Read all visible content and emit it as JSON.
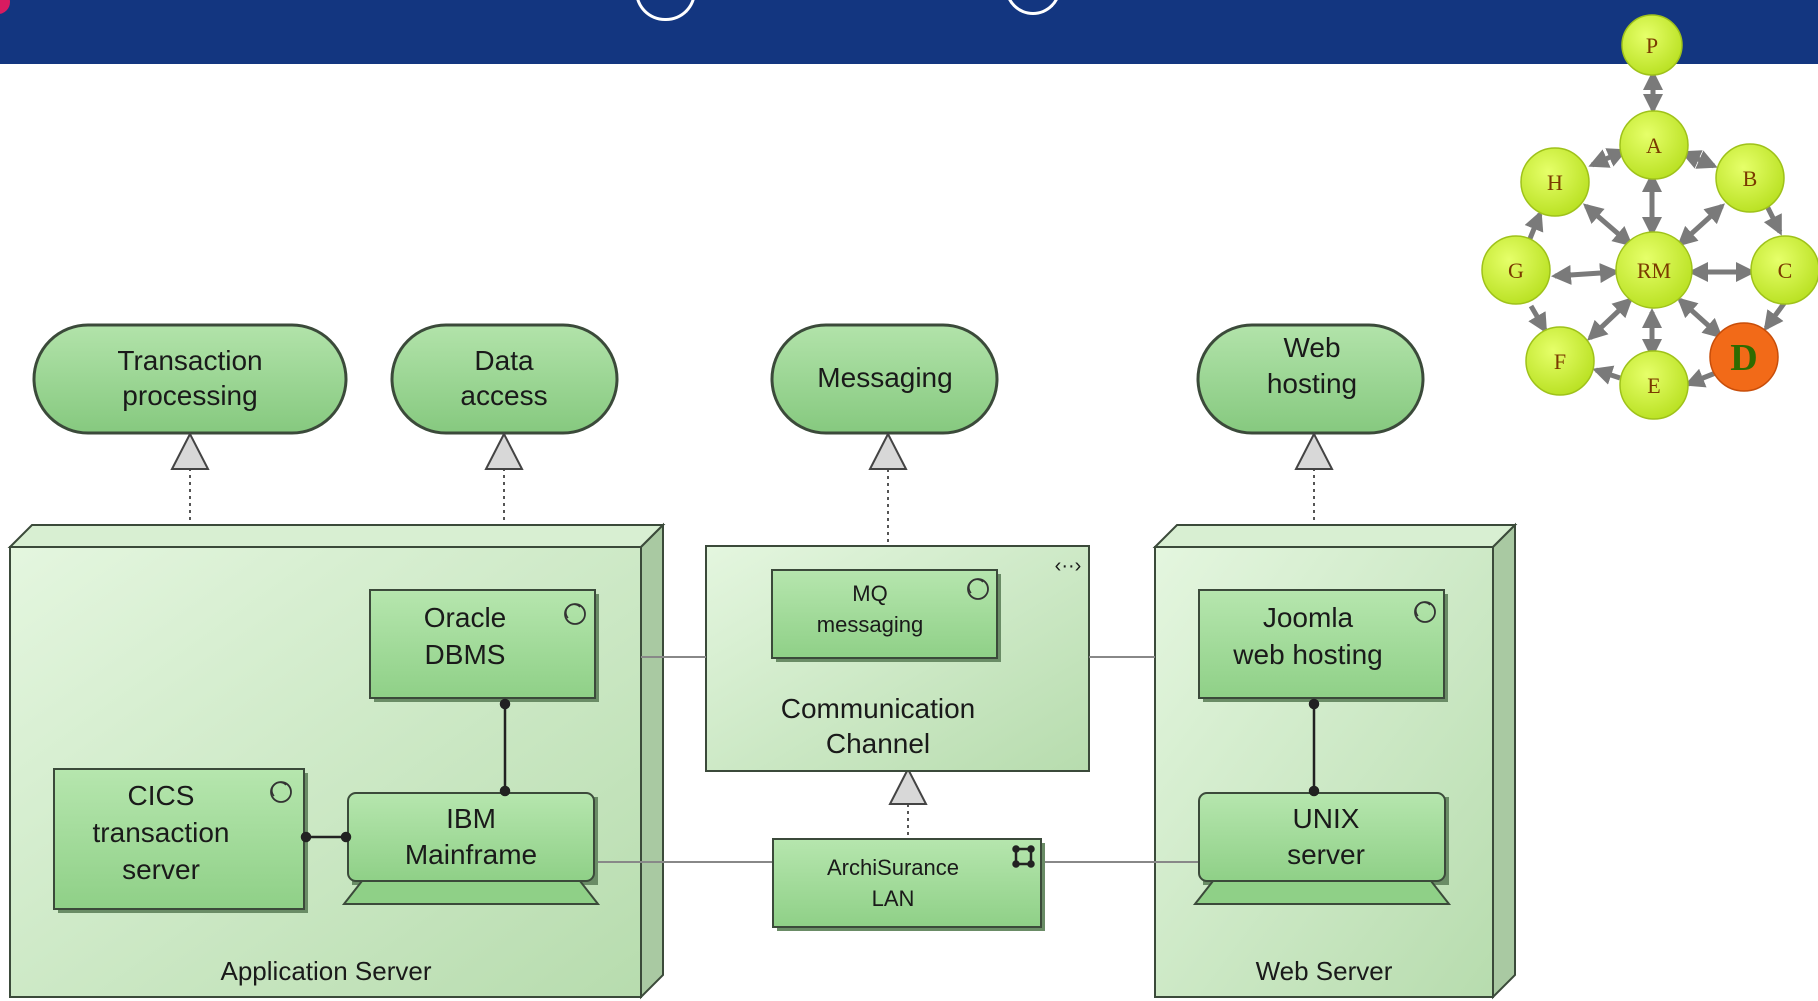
{
  "header": {
    "bar_color": "#133680"
  },
  "colors": {
    "node_fill": "#cfeac6",
    "component_fill": "#a6dca0",
    "service_fill": "#9ed998",
    "graph_node": "#ccf23a",
    "graph_active": "#f26a18",
    "graph_edge": "#7a7a7a"
  },
  "services": {
    "transaction": [
      "Transaction",
      "processing"
    ],
    "data_access": [
      "Data",
      "access"
    ],
    "messaging": [
      "Messaging"
    ],
    "web_hosting": [
      "Web",
      "hosting"
    ]
  },
  "nodes": {
    "app_server": "Application Server",
    "comm_channel": [
      "Communication",
      "Channel"
    ],
    "web_server": "Web Server"
  },
  "components": {
    "oracle": [
      "Oracle",
      "DBMS"
    ],
    "cics": [
      "CICS",
      "transaction",
      "server"
    ],
    "mainframe": [
      "IBM",
      "Mainframe"
    ],
    "mq": [
      "MQ",
      "messaging"
    ],
    "lan": [
      "ArchiSurance",
      "LAN"
    ],
    "joomla": [
      "Joomla",
      "web hosting"
    ],
    "unix": [
      "UNIX",
      "server"
    ]
  },
  "cycle_graph": {
    "center": "RM",
    "nodes": [
      "P",
      "A",
      "B",
      "C",
      "D",
      "E",
      "F",
      "G",
      "H"
    ],
    "active": "D"
  }
}
